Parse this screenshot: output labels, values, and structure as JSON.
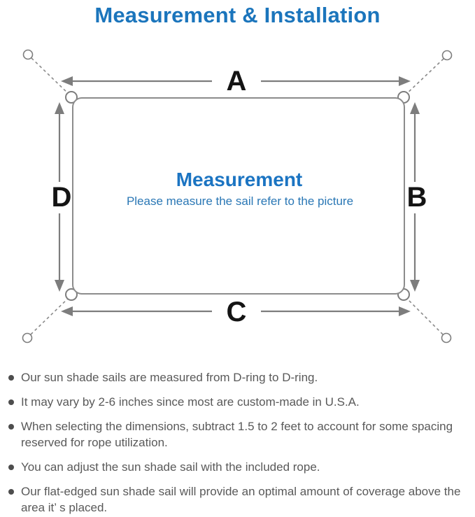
{
  "title": "Measurement & Installation",
  "diagram": {
    "heading": "Measurement",
    "subheading": "Please measure the sail refer to the picture",
    "labels": {
      "top": "A",
      "right": "B",
      "bottom": "C",
      "left": "D"
    }
  },
  "colors": {
    "accent_blue": "#1b75bc",
    "diagram_line_gray": "#7d7d7d",
    "dimension_label_black": "#141414",
    "body_text_gray": "#595959"
  },
  "bullets": [
    "Our sun shade sails are measured from D-ring to D-ring.",
    "It may vary by 2-6 inches since most are custom-made in U.S.A.",
    "When selecting the dimensions, subtract 1.5 to 2 feet to account for some spacing reserved for rope utilization.",
    "You can adjust the sun shade sail with the included rope.",
    "Our flat-edged sun shade sail will provide an optimal amount of coverage above the area it’ s placed."
  ]
}
